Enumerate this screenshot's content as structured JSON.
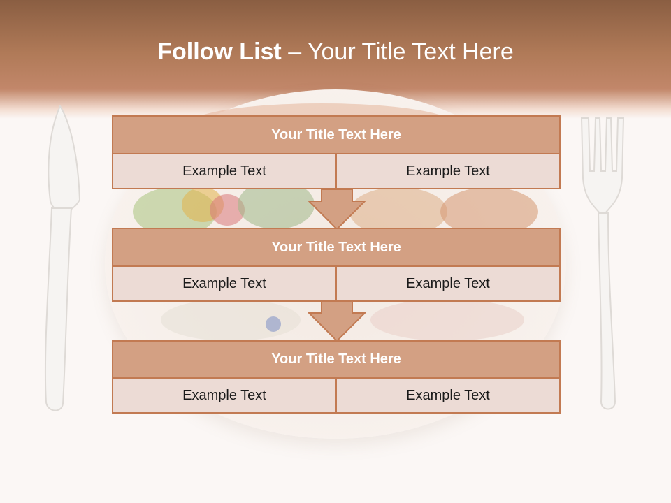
{
  "slide": {
    "title_bold": "Follow List",
    "title_rest": " – Your Title Text Here"
  },
  "blocks": [
    {
      "title": "Your Title Text Here",
      "cells": [
        "Example Text",
        "Example Text"
      ]
    },
    {
      "title": "Your Title Text Here",
      "cells": [
        "Example Text",
        "Example Text"
      ]
    },
    {
      "title": "Your Title Text Here",
      "cells": [
        "Example Text",
        "Example Text"
      ]
    }
  ],
  "colors": {
    "header": "#b07a58",
    "block_title_fill": "#d3a083",
    "block_cell_fill": "#ecdbd5",
    "border": "#c27a52"
  },
  "icons": [
    "knife-icon",
    "fork-icon",
    "down-arrow-icon"
  ]
}
